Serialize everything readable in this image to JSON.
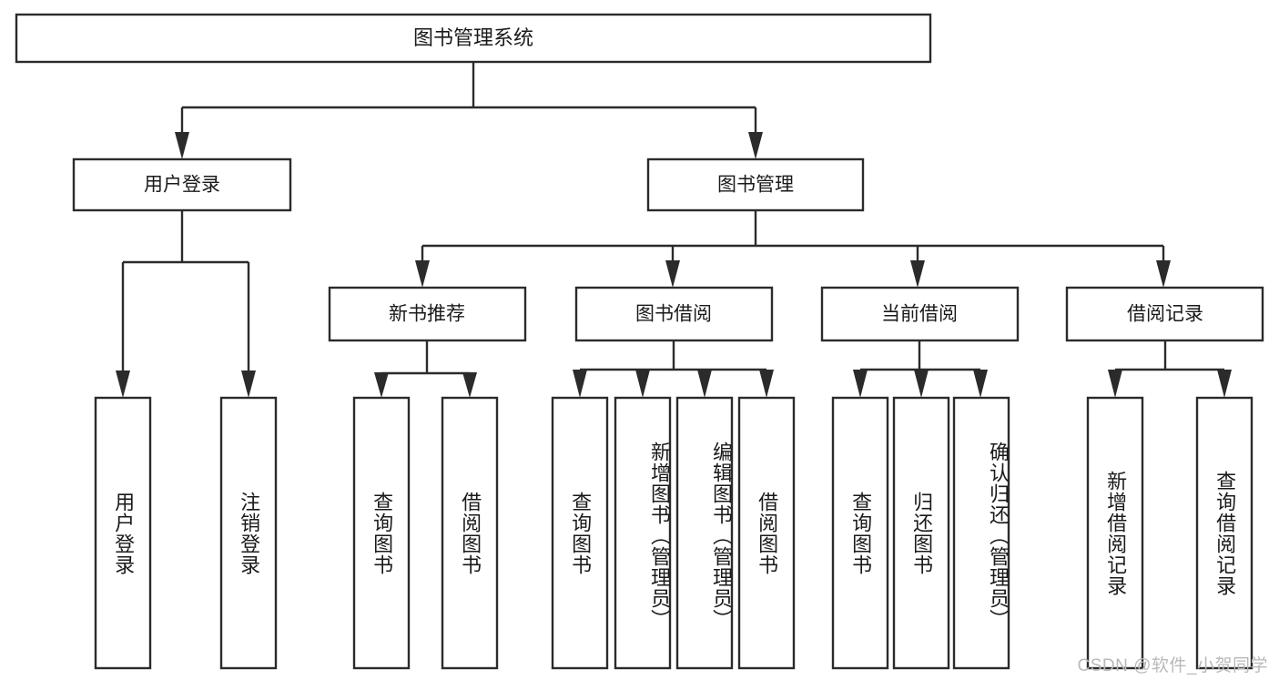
{
  "diagram": {
    "type": "tree",
    "title": "图书管理系统",
    "watermark": "CSDN @软件_小贺同学",
    "colors": {
      "stroke": "#2b2b2b",
      "fill": "#ffffff",
      "text": "#1a1a1a",
      "watermark": "#b9b9b9"
    },
    "levels": {
      "root": "图书管理系统",
      "level2": [
        "用户登录",
        "图书管理"
      ],
      "level3": [
        "新书推荐",
        "图书借阅",
        "当前借阅",
        "借阅记录"
      ]
    },
    "nodes": {
      "root": {
        "label": "图书管理系统",
        "level": 1
      },
      "user_login": {
        "label": "用户登录",
        "level": 2
      },
      "book_manage": {
        "label": "图书管理",
        "level": 2
      },
      "new_book_rec": {
        "label": "新书推荐",
        "level": 3
      },
      "book_borrow": {
        "label": "图书借阅",
        "level": 3
      },
      "current_borrow": {
        "label": "当前借阅",
        "level": 3
      },
      "borrow_record": {
        "label": "借阅记录",
        "level": 3
      },
      "leaf_user_login": {
        "label": "用户登录",
        "level": 4
      },
      "leaf_logout": {
        "label": "注销登录",
        "level": 4
      },
      "leaf_query_book_1": {
        "label": "查询图书",
        "level": 4
      },
      "leaf_borrow_book_1": {
        "label": "借阅图书",
        "level": 4
      },
      "leaf_query_book_2": {
        "label": "查询图书",
        "level": 4
      },
      "leaf_add_book": {
        "label": "新增图书（管理员）",
        "level": 4
      },
      "leaf_edit_book": {
        "label": "编辑图书（管理员）",
        "level": 4
      },
      "leaf_borrow_book_2": {
        "label": "借阅图书",
        "level": 4
      },
      "leaf_query_book_3": {
        "label": "查询图书",
        "level": 4
      },
      "leaf_return_book": {
        "label": "归还图书",
        "level": 4
      },
      "leaf_confirm_return": {
        "label": "确认归还（管理员）",
        "level": 4
      },
      "leaf_add_record": {
        "label": "新增借阅记录",
        "level": 4
      },
      "leaf_query_record": {
        "label": "查询借阅记录",
        "level": 4
      }
    },
    "edges": [
      {
        "from": "root",
        "to": "user_login"
      },
      {
        "from": "root",
        "to": "book_manage"
      },
      {
        "from": "user_login",
        "to": "leaf_user_login"
      },
      {
        "from": "user_login",
        "to": "leaf_logout"
      },
      {
        "from": "book_manage",
        "to": "new_book_rec"
      },
      {
        "from": "book_manage",
        "to": "book_borrow"
      },
      {
        "from": "book_manage",
        "to": "current_borrow"
      },
      {
        "from": "book_manage",
        "to": "borrow_record"
      },
      {
        "from": "new_book_rec",
        "to": "leaf_query_book_1"
      },
      {
        "from": "new_book_rec",
        "to": "leaf_borrow_book_1"
      },
      {
        "from": "book_borrow",
        "to": "leaf_query_book_2"
      },
      {
        "from": "book_borrow",
        "to": "leaf_add_book"
      },
      {
        "from": "book_borrow",
        "to": "leaf_edit_book"
      },
      {
        "from": "book_borrow",
        "to": "leaf_borrow_book_2"
      },
      {
        "from": "current_borrow",
        "to": "leaf_query_book_3"
      },
      {
        "from": "current_borrow",
        "to": "leaf_return_book"
      },
      {
        "from": "current_borrow",
        "to": "leaf_confirm_return"
      },
      {
        "from": "borrow_record",
        "to": "leaf_add_record"
      },
      {
        "from": "borrow_record",
        "to": "leaf_query_record"
      }
    ]
  }
}
